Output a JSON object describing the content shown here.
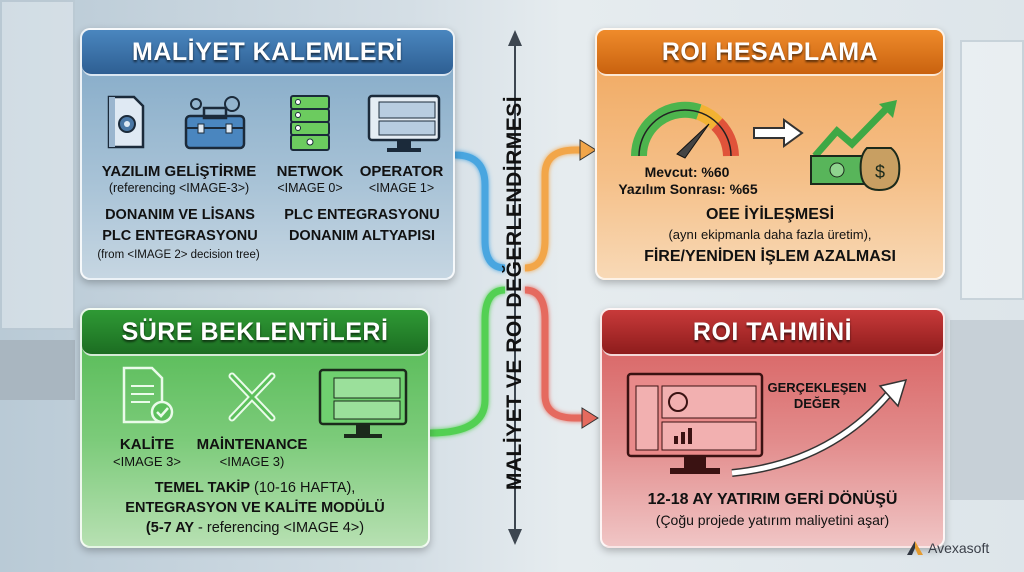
{
  "center_axis": {
    "label": "MALİYET VE ROI DEĞERLENDİRMESİ"
  },
  "cost_items": {
    "title": "MALİYET KALEMLERİ",
    "color": "#2e5f93",
    "items": [
      {
        "icon": "document-gear-icon",
        "label": "YAZILIM GELİŞTİRME",
        "sub": "(referencing <IMAGE-3>)"
      },
      {
        "icon": "toolbox-icon",
        "label": "",
        "sub": ""
      },
      {
        "icon": "server-icon",
        "label": "NETWOK",
        "sub": "<IMAGE 0>"
      },
      {
        "icon": "monitor-dashboard-icon",
        "label": "OPERATOR",
        "sub": "<IMAGE 1>"
      }
    ],
    "left_lines": [
      "DONANIM VE LİSANS",
      "PLC ENTEGRASYONU"
    ],
    "left_note": "(from <IMAGE 2> decision tree)",
    "right_lines": [
      "PLC ENTEGRASYONU",
      "DONANIM ALTYAPISI"
    ]
  },
  "duration": {
    "title": "SÜRE BEKLENTİLERİ",
    "color": "#1c6d22",
    "items": [
      {
        "icon": "document-check-icon",
        "label": "KALİTE",
        "sub": "<IMAGE 3>"
      },
      {
        "icon": "wrench-tools-icon",
        "label": "MAİNTENANCE",
        "sub": "<IMAGE 3)"
      },
      {
        "icon": "monitor-dashboard-icon",
        "label": "",
        "sub": ""
      }
    ],
    "line1_bold": "TEMEL TAKİP",
    "line1_rest": " (10-16 HAFTA),",
    "line2": "ENTEGRASYON VE KALİTE MODÜLÜ",
    "line3_bold": "(5-7 AY",
    "line3_rest": " - referencing <IMAGE 4>)"
  },
  "roi_calc": {
    "title": "ROI HESAPLAMA",
    "color": "#c9620f",
    "current": "Mevcut: %60",
    "after": "Yazılım Sonrası: %65",
    "heading": "OEE İYİLEŞMESİ",
    "note": "(aynı ekipmanla daha fazla üretim),",
    "footer": "FİRE/YENİDEN İŞLEM AZALMASI"
  },
  "roi_forecast": {
    "title": "ROI TAHMİNİ",
    "color": "#8e1c1c",
    "arrow_label_1": "GERÇEKLEŞEN",
    "arrow_label_2": "DEĞER",
    "headline": "12-18 AY YATIRIM GERİ DÖNÜŞÜ",
    "note": "(Çoğu projede yatırım maliyetini aşar)"
  },
  "brand": {
    "name": "Avexasoft"
  }
}
